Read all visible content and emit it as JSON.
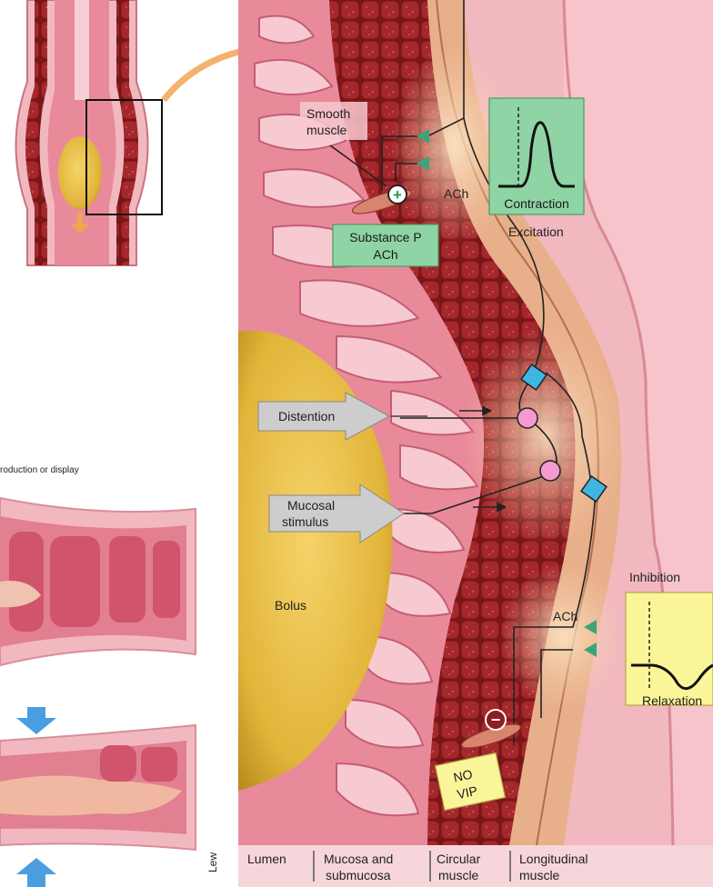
{
  "labels": {
    "smooth_muscle_1": "Smooth",
    "smooth_muscle_2": "muscle",
    "ach_top": "ACh",
    "ach_bottom": "ACh",
    "substance_p": "Substance P",
    "ach_box": "ACh",
    "contraction": "Contraction",
    "excitation": "Excitation",
    "distention": "Distention",
    "mucosal_1": "Mucosal",
    "mucosal_2": "stimulus",
    "bolus": "Bolus",
    "inhibition": "Inhibition",
    "relaxation": "Relaxation",
    "no": "NO",
    "vip": "VIP",
    "plus": "+",
    "minus": "−",
    "copyright_fragment": "roduction or display",
    "credit": "Lew"
  },
  "bottom_labels": {
    "lumen": "Lumen",
    "mucosa_1": "Mucosa and",
    "mucosa_2": "submucosa",
    "circular_1": "Circular",
    "circular_2": "muscle",
    "longitudinal_1": "Longitudinal",
    "longitudinal_2": "muscle"
  },
  "colors": {
    "tissue_pink": "#f2b8c0",
    "mucosa_pink": "#e98a9a",
    "muscle_red": "#8e1e22",
    "longitudinal": "#e8b08a",
    "bolus_yellow": "#e2b53a",
    "excite_green": "#8fd4a4",
    "inhibit_yellow": "#fbf59a",
    "arrow_gray": "#c9c9c9",
    "nerve_blue": "#3fb6e2",
    "nerve_pink": "#f59ad0",
    "synapse_green": "#3aa57a"
  }
}
